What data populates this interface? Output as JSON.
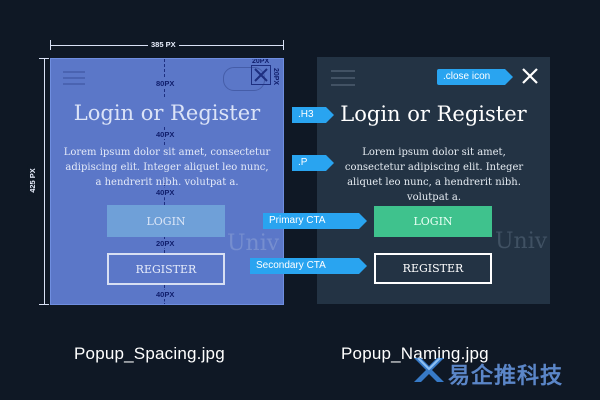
{
  "colors": {
    "background": "#0f1825",
    "spacing_overlay": "#5b77c8",
    "panel_dark": "#233344",
    "tag_blue": "#29a4f0",
    "primary_green": "#3fc28d"
  },
  "left_panel": {
    "width_label": "385 PX",
    "height_label": "425 PX",
    "corner_label_top": "20PX",
    "corner_label_side": "20PX",
    "spacings": [
      "80PX",
      "40PX",
      "40PX",
      "20PX",
      "40PX"
    ],
    "heading": "Login or Register",
    "body": "Lorem ipsum dolor sit amet, consectetur adipiscing elit. Integer aliquet leo nunc, a hendrerit nibh. volutpat a.",
    "login_label": "LOGIN",
    "register_label": "REGISTER",
    "ghost_word": "Univ"
  },
  "right_panel": {
    "heading": "Login or Register",
    "body": "Lorem ipsum dolor sit amet, consectetur adipiscing elit. Integer aliquet leo nunc, a hendrerit nibh. volutpat a.",
    "login_label": "LOGIN",
    "register_label": "REGISTER",
    "ghost_word": "Univ"
  },
  "tags": {
    "close_icon": ".close icon",
    "h3": ".H3",
    "p": ".P",
    "primary_cta": "Primary CTA",
    "secondary_cta": "Secondary CTA"
  },
  "captions": {
    "left": "Popup_Spacing.jpg",
    "right": "Popup_Naming.jpg"
  },
  "watermark": {
    "text": "易企推科技"
  }
}
